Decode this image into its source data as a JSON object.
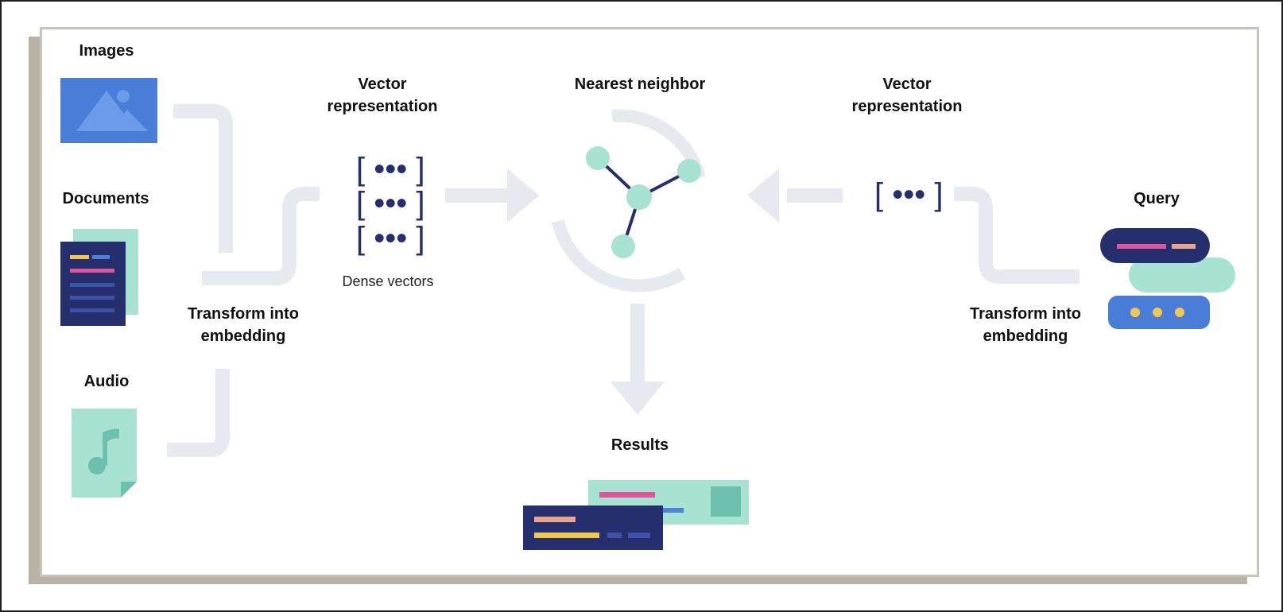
{
  "labels": {
    "images": "Images",
    "documents": "Documents",
    "audio": "Audio",
    "transform_left": "Transform into embedding",
    "vector_left": "Vector representation",
    "dense_vectors": "Dense vectors",
    "nearest_neighbor": "Nearest neighbor",
    "vector_right": "Vector representation",
    "query": "Query",
    "transform_right": "Transform into embedding",
    "results": "Results"
  },
  "vector_glyph": "[ ••• ]",
  "colors": {
    "navy": "#262f6e",
    "blue": "#4f7fd9",
    "mint": "#a8e2d2",
    "teal": "#6dbfae",
    "pink": "#e0559a",
    "peach": "#eba58c",
    "yellow": "#f2c84b",
    "flow_gray": "#e6e9ef",
    "frame_shadow": "#b8b3a6"
  },
  "icons": {
    "images": "image-icon",
    "documents": "document-icon",
    "audio": "audio-file-icon",
    "nearest_neighbor": "graph-nodes-icon",
    "query": "query-stack-icon",
    "results": "result-cards-icon"
  }
}
